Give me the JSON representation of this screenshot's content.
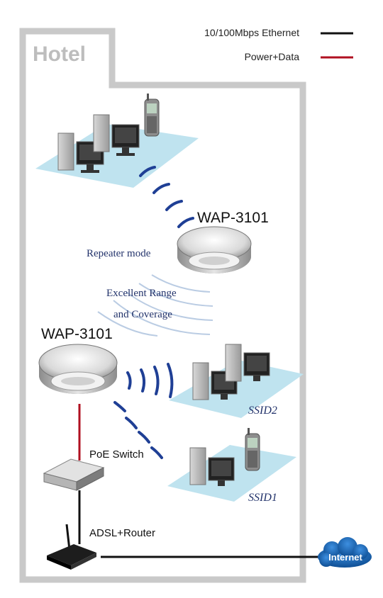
{
  "building_label": "Hotel",
  "legend": [
    {
      "label": "10/100Mbps Ethernet",
      "color": "#111111"
    },
    {
      "label": "Power+Data",
      "color": "#b01020"
    }
  ],
  "access_points": [
    {
      "model": "WAP-3101",
      "mode": "Repeater mode"
    },
    {
      "model": "WAP-3101"
    }
  ],
  "range_caption": [
    "Excellent Range",
    "and Coverage"
  ],
  "devices": {
    "poe_switch": "PoE Switch",
    "router": "ADSL+Router",
    "internet": "Internet"
  },
  "networks": [
    "SSID2",
    "SSID1"
  ],
  "colors": {
    "wall": "#c9c9c9",
    "floor": "#bfe3ef",
    "wifi": "#1f3f95",
    "label_blue": "#23336b",
    "internet_cloud": "#0f5da9"
  },
  "icons": [
    "desktop-computer-icon",
    "mobile-phone-icon",
    "access-point-icon",
    "switch-icon",
    "router-icon",
    "cloud-icon"
  ]
}
